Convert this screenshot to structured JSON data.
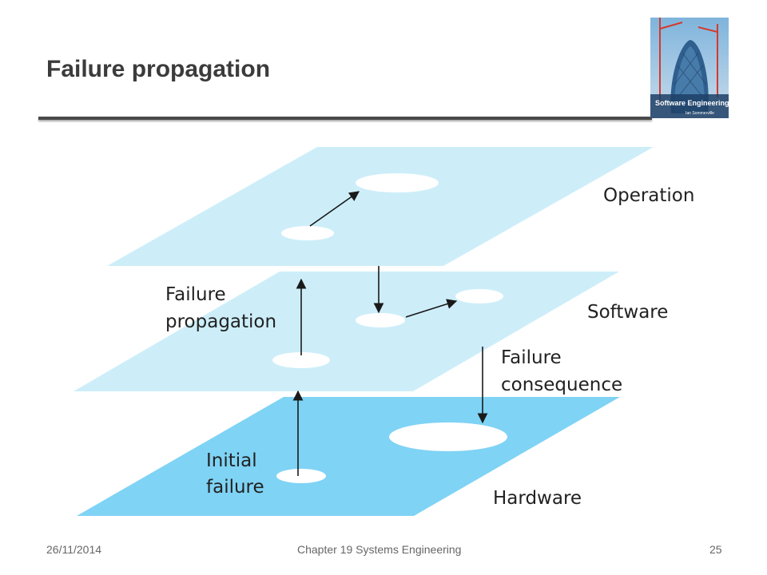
{
  "slide": {
    "title": "Failure propagation",
    "footer": {
      "date": "26/11/2014",
      "chapter": "Chapter 19 Systems Engineering",
      "page": "25"
    }
  },
  "book_cover": {
    "title": "Software Engineering",
    "author": "Ian Sommerville"
  },
  "diagram": {
    "layers": [
      {
        "label": "Operation",
        "color": "#cdeef9"
      },
      {
        "label": "Software",
        "color": "#cdeef9"
      },
      {
        "label": "Hardware",
        "color": "#7fd3f5"
      }
    ],
    "annotations": {
      "failure_propagation": [
        "Failure",
        "propagation"
      ],
      "failure_consequence": [
        "Failure",
        "consequence"
      ],
      "initial_failure": [
        "Initial",
        "failure"
      ]
    }
  },
  "colors": {
    "title": "#3b3b3b",
    "light_layer": "#cdeef9",
    "dark_layer": "#7fd3f5",
    "arrow": "#1a1a1a"
  }
}
